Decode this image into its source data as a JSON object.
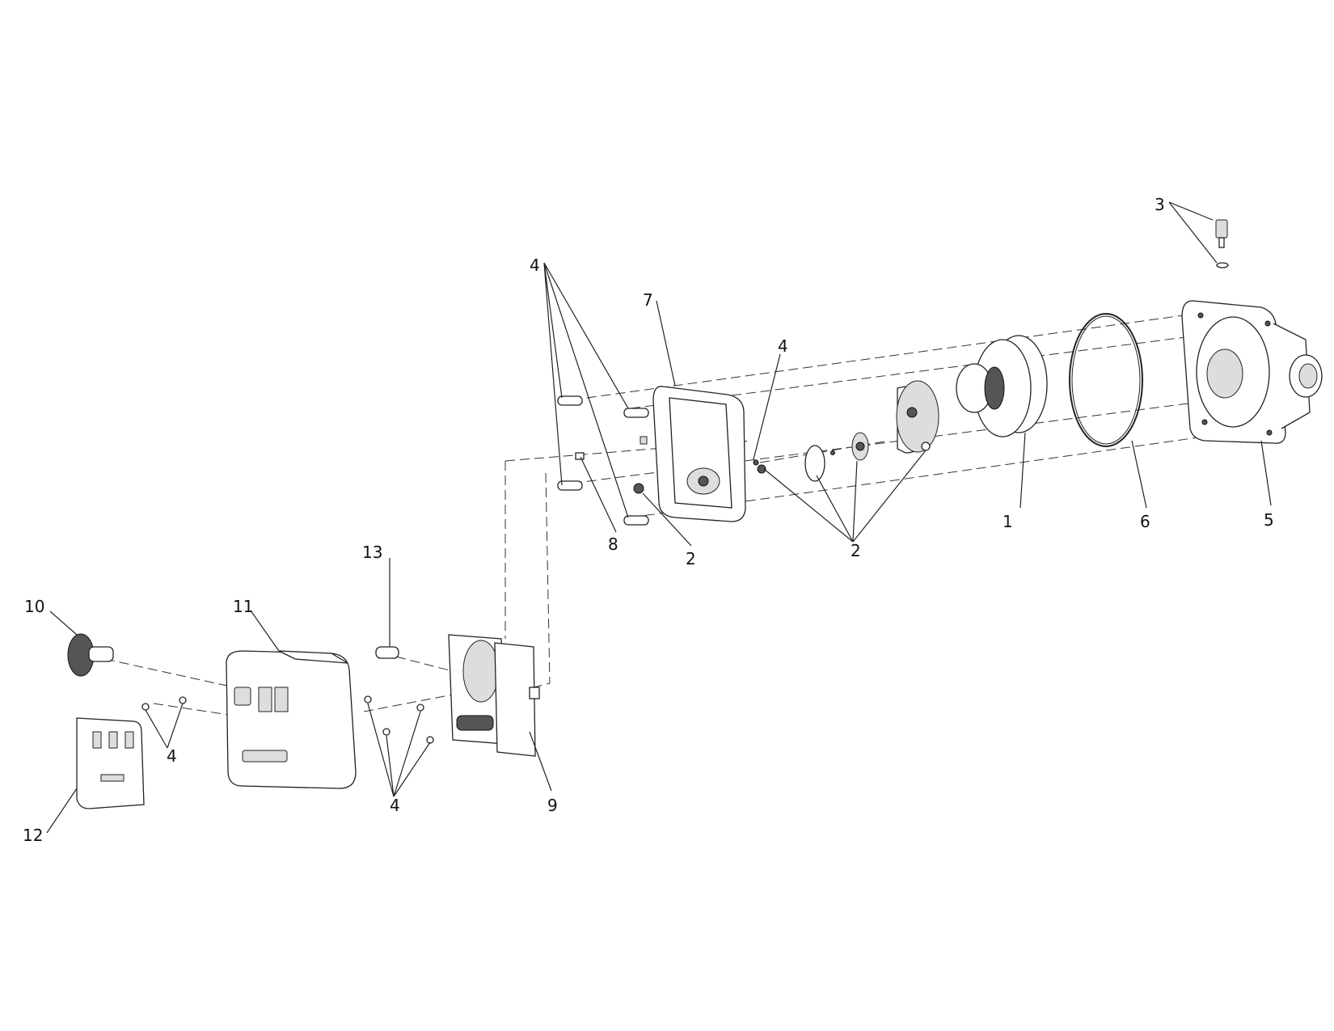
{
  "callouts": {
    "c3": "3",
    "c4_top": "4",
    "c7": "7",
    "c4_mid": "4",
    "c8": "8",
    "c2_left": "2",
    "c2_right": "2",
    "c1": "1",
    "c6": "6",
    "c5": "5",
    "c13": "13",
    "c10": "10",
    "c11": "11",
    "c4_cover": "4",
    "c4_bottom": "4",
    "c9": "9",
    "c12": "12"
  }
}
